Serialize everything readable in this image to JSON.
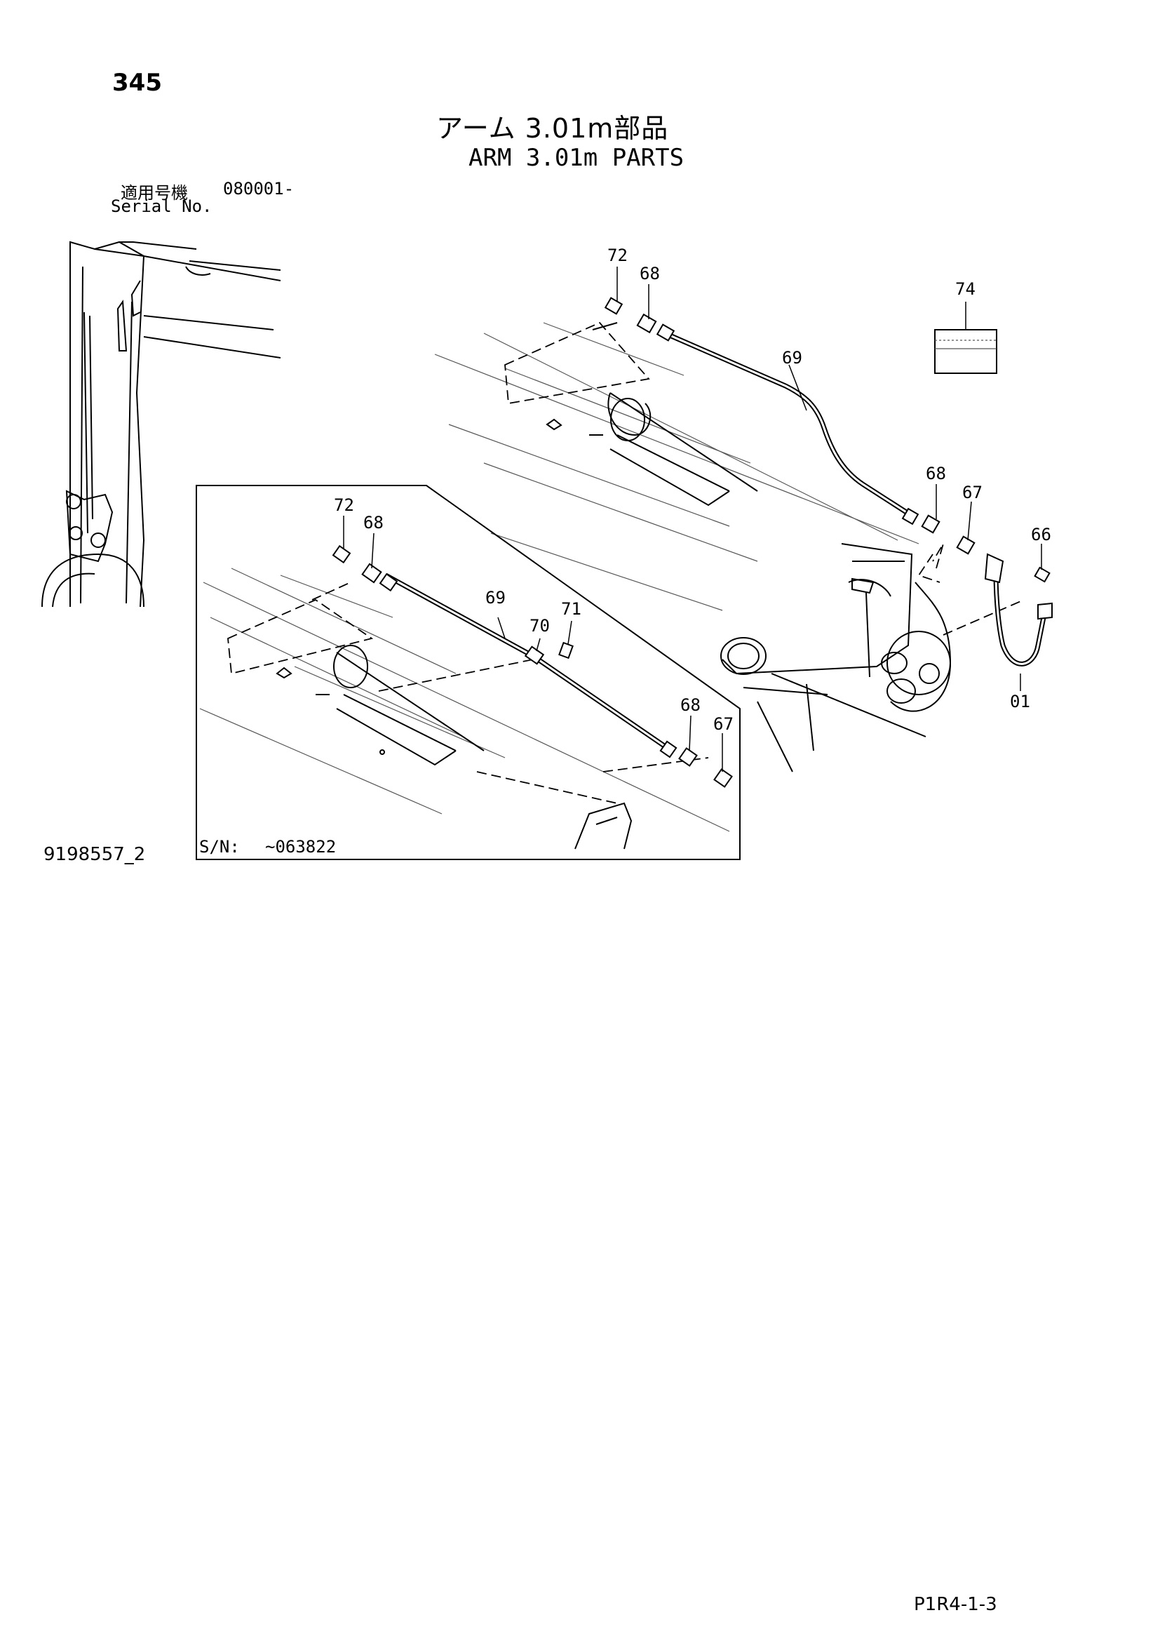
{
  "page_number": "345",
  "title_jp": "アーム 3.01m部品",
  "title_en": "ARM 3.01m PARTS",
  "serial": {
    "label_jp": "適用号機",
    "label_en": "Serial No.",
    "value": "080001-"
  },
  "inset": {
    "serial_label": "S/N:",
    "serial_value": "~063822"
  },
  "callouts": {
    "main": [
      "72",
      "68",
      "69",
      "74",
      "68",
      "67",
      "66",
      "01"
    ],
    "inset": [
      "72",
      "68",
      "69",
      "70",
      "71",
      "68",
      "67"
    ]
  },
  "drawing_id": "9198557_2",
  "page_code": "P1R4-1-3"
}
